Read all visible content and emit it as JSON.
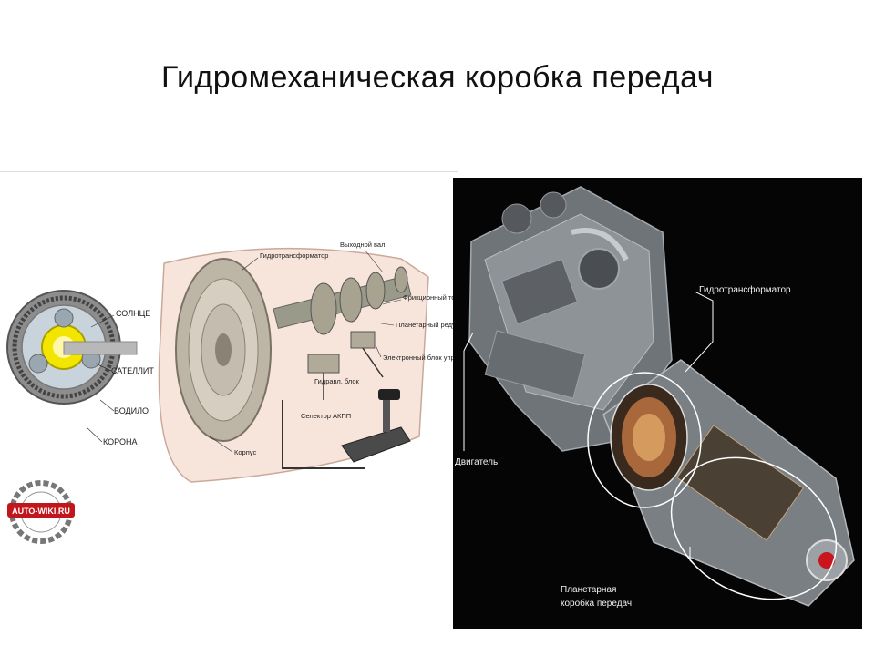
{
  "title": "Гидромеханическая коробка передач",
  "left_diagram": {
    "planetary_labels": [
      "СОЛНЦЕ",
      "САТЕЛЛИТ",
      "ВОДИЛО",
      "КОРОНА"
    ],
    "component_labels": {
      "torque_converter": "Гидротрансформатор",
      "output_shaft": "Выходной вал",
      "friction_clutch": "Фрикционный тормоз",
      "planetary_gear": "Планетарный редуктор",
      "control_unit": "Электронный блок управления",
      "hydraulic_block": "Гидравл. блок",
      "selector": "Селектор АКПП",
      "housing": "Корпус"
    },
    "logo": "AUTO-WIKI.RU"
  },
  "right_diagram": {
    "labels": {
      "torque_converter": "Гидротрансформатор",
      "engine": "Двигатель",
      "planetary_gearbox_line1": "Планетарная",
      "planetary_gearbox_line2": "коробка передач"
    }
  }
}
